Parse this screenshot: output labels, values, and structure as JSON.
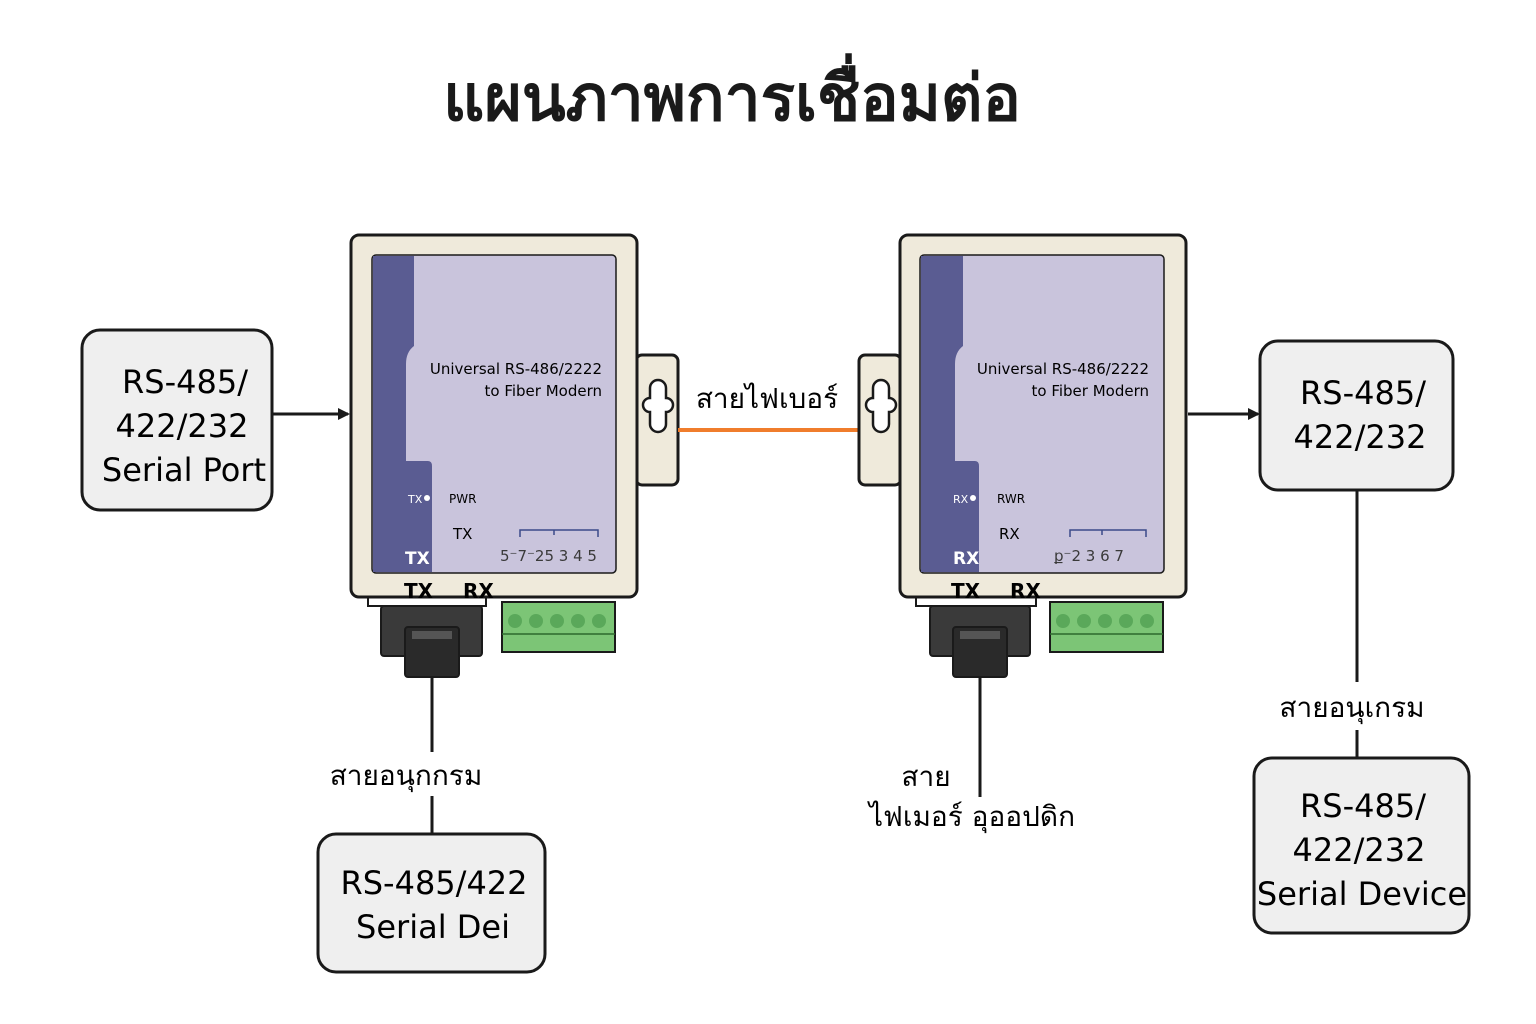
{
  "title": "แผนภาพการเชื่อมต่อ",
  "colors": {
    "box_fill": "#efefef",
    "box_stroke": "#1a1a1a",
    "device_body": "#efeadb",
    "device_panel": "#c9c4dc",
    "device_stripe": "#5a5c92",
    "fiber_cable": "#f07d2c",
    "terminal_block": "#7cc576",
    "connector": "#3a3a3a"
  },
  "boxes": {
    "serial_port": {
      "lines": [
        "RS-485/",
        "422/232",
        "Serial Port"
      ]
    },
    "bottom_left_device": {
      "lines": [
        "RS-485/422",
        "Serial Dei"
      ]
    },
    "right_top": {
      "lines": [
        "RS-485/",
        "422/232"
      ]
    },
    "right_bottom": {
      "lines": [
        "RS-485/",
        "422/232",
        "Serial Device"
      ]
    }
  },
  "modems": {
    "left": {
      "model_line1": "Universal RS-486/2222",
      "model_line2": "to Fiber Modern",
      "led_label": "TX",
      "pwr_label": "PWR",
      "mid_label": "TX",
      "stripe_label": "TX",
      "terminal_numbers": "5⁻7⁻25  3  4  5",
      "port_tx": "TX",
      "port_rx": "RX"
    },
    "right": {
      "model_line1": "Universal RS-486/2222",
      "model_line2": "to Fiber Modern",
      "led_label": "RX",
      "pwr_label": "RWR",
      "mid_label": "RX",
      "stripe_label": "RX",
      "terminal_numbers": "ք⁻2  3  6  7",
      "port_tx": "TX",
      "port_rx": "RX"
    }
  },
  "cable_labels": {
    "fiber": "สายไฟเบอร์",
    "left_serial": "สายอนุกกรม",
    "optic_line1": "สาย",
    "optic_line2": "ไฟเมอร์ อุออปดิก",
    "right_serial": "สายอนุเกรม"
  }
}
